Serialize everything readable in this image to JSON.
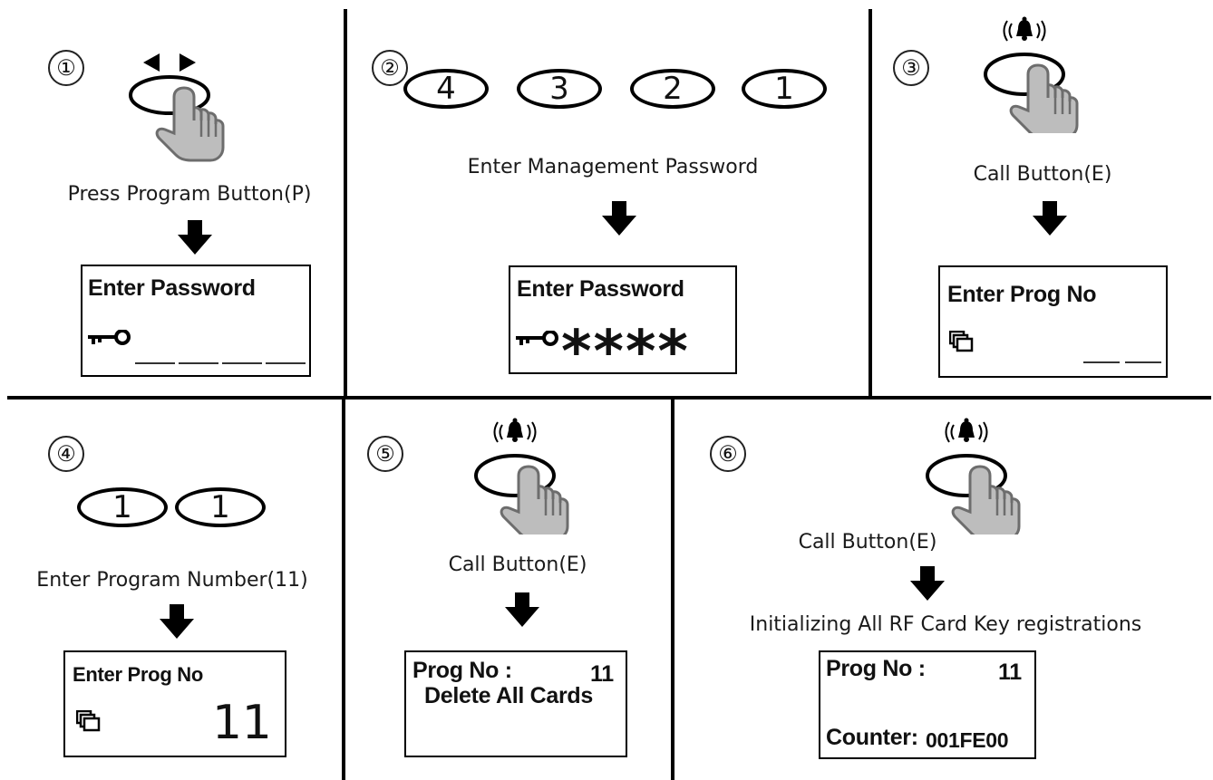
{
  "steps": [
    {
      "number": "①",
      "caption": "Press Program Button(P)",
      "screen": {
        "line1": "Enter Password"
      }
    },
    {
      "number": "②",
      "keys": [
        "4",
        "3",
        "2",
        "1"
      ],
      "caption": "Enter Management Password",
      "screen": {
        "line1": "Enter Password",
        "masked": "****"
      }
    },
    {
      "number": "③",
      "caption": "Call Button(E)",
      "screen": {
        "line1": "Enter Prog  No"
      }
    },
    {
      "number": "④",
      "keys": [
        "1",
        "1"
      ],
      "caption": "Enter Program Number(11)",
      "screen": {
        "line1": "Enter Prog  No",
        "value": "11"
      }
    },
    {
      "number": "⑤",
      "caption": "Call Button(E)",
      "screen": {
        "label": "Prog No :",
        "value": "11",
        "line2": "Delete All Cards"
      }
    },
    {
      "number": "⑥",
      "caption": "Call Button(E)",
      "caption2": "Initializing All RF Card Key registrations",
      "screen": {
        "label": "Prog No :",
        "value": "11",
        "counter_label": "Counter:",
        "counter_value": "001FE00"
      }
    }
  ],
  "icons": {
    "program_button": "finger-press-left-right-arrows-icon",
    "call_button": "finger-press-bell-icon",
    "arrow": "down-arrow-icon",
    "key": "key-icon",
    "prog": "stacked-cards-icon"
  }
}
